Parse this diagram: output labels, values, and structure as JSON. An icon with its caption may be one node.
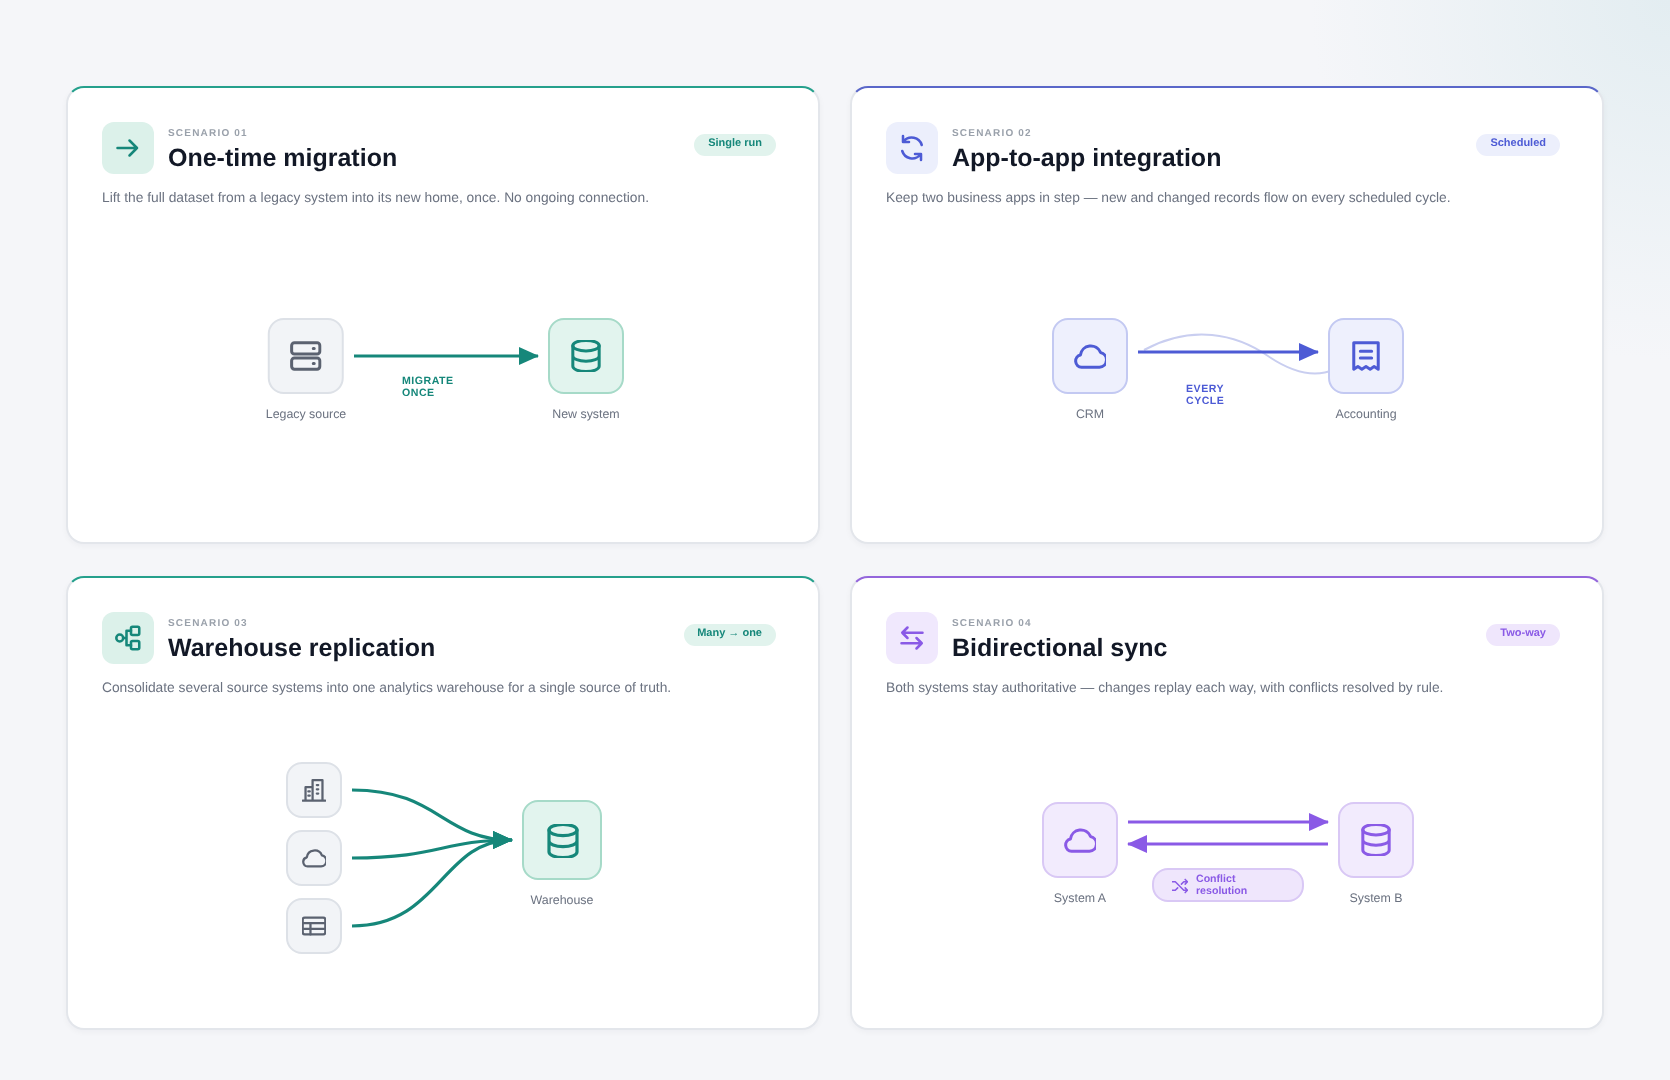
{
  "diagram": {
    "nodes": [
      {
        "text": [
          "SCENARIO 01",
          "One-time migration",
          "Lift the full dataset from a legacy system into its new home, once. No ongoing connection."
        ]
      },
      {
        "text": [
          "Single run"
        ],
        "in": 0
      },
      {
        "text": [
          "Legacy source"
        ],
        "in": 0
      },
      {
        "text": [
          "New system"
        ],
        "in": 0
      },
      {
        "text": [
          "SCENARIO 02",
          "App-to-app integration",
          "Keep two business apps in step — new and changed records flow on every scheduled cycle."
        ]
      },
      {
        "text": [
          "Scheduled"
        ],
        "in": 4
      },
      {
        "text": [
          "CRM"
        ],
        "in": 4
      },
      {
        "text": [
          "Accounting"
        ],
        "in": 4
      },
      {
        "text": [
          "SCENARIO 03",
          "Warehouse replication",
          "Consolidate several source systems into one analytics warehouse for a single source of truth."
        ]
      },
      {
        "text": [
          "Many → one"
        ],
        "in": 8
      },
      {
        "text": [],
        "shape": "box",
        "in": 8
      },
      {
        "text": [],
        "shape": "box",
        "in": 8
      },
      {
        "text": [],
        "shape": "box",
        "in": 8
      },
      {
        "text": [
          "Warehouse"
        ],
        "in": 8
      },
      {
        "text": [
          "SCENARIO 04",
          "Bidirectional sync",
          "Both systems stay authoritative — changes replay each way, with conflicts resolved by rule."
        ]
      },
      {
        "text": [
          "Two-way"
        ],
        "in": 14
      },
      {
        "text": [
          "System A"
        ],
        "in": 14
      },
      {
        "text": [
          "System B"
        ],
        "in": 14
      },
      {
        "text": [
          "Conflict resolution"
        ],
        "in": 14
      }
    ],
    "edges": [
      {
        "from": 2,
        "to": 3,
        "arrow": "to",
        "label": "MIGRATE ONCE"
      },
      {
        "from": 6,
        "to": 7,
        "arrow": "to",
        "label": "EVERY CYCLE",
        "color": "#4d5bd5"
      },
      {
        "from": 10,
        "to": 13,
        "arrow": "to"
      },
      {
        "from": 11,
        "to": 13,
        "arrow": "to"
      },
      {
        "from": 12,
        "to": 13,
        "arrow": "to"
      },
      {
        "from": 16,
        "to": 17,
        "arrow": "to",
        "color": "#8a5ae6"
      },
      {
        "from": 17,
        "to": 16,
        "arrow": "to",
        "color": "#8a5ae6"
      }
    ]
  }
}
